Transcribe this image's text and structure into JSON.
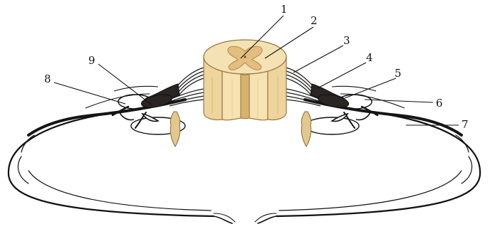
{
  "labels": {
    "n1": "1",
    "n2": "2",
    "n3": "3",
    "n4": "4",
    "n5": "5",
    "n6": "6",
    "n7": "7",
    "n8": "8",
    "n9": "9"
  },
  "colors": {
    "cord": "#f3dfae",
    "cord_shadow": "#d8b36e",
    "grey_matter": "#e7c488",
    "nerve": "#151515",
    "ganglion": "#2a2422",
    "outline": "#111111"
  }
}
